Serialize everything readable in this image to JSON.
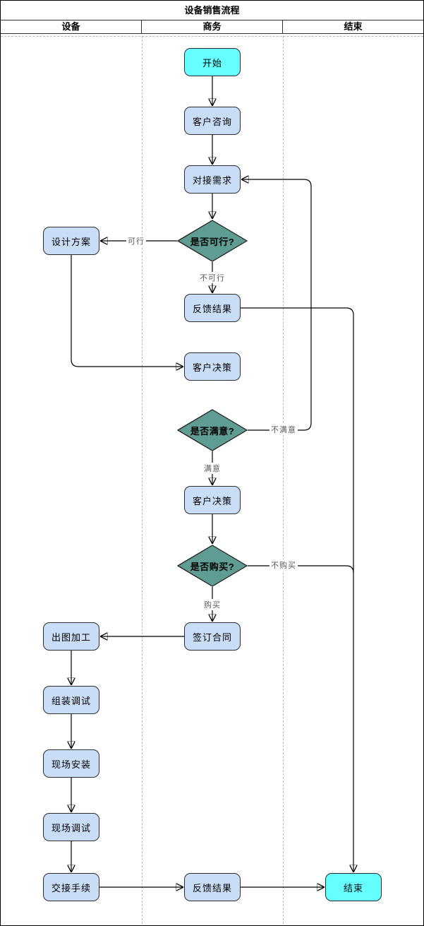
{
  "title": "设备销售流程",
  "lanes": [
    {
      "label": "设备"
    },
    {
      "label": "商务"
    },
    {
      "label": "结束"
    }
  ],
  "nodes": [
    {
      "id": "start",
      "type": "start",
      "label": "开始"
    },
    {
      "id": "customer-inquiry",
      "type": "process",
      "label": "客户咨询"
    },
    {
      "id": "align-needs",
      "type": "process",
      "label": "对接需求"
    },
    {
      "id": "feasible-q",
      "type": "decision",
      "label": "是否可行?"
    },
    {
      "id": "design-plan",
      "type": "process",
      "label": "设计方案"
    },
    {
      "id": "feedback-result-1",
      "type": "process",
      "label": "反馈结果"
    },
    {
      "id": "customer-decision-1",
      "type": "process",
      "label": "客户决策"
    },
    {
      "id": "satisfied-q",
      "type": "decision",
      "label": "是否满意?"
    },
    {
      "id": "customer-decision-2",
      "type": "process",
      "label": "客户决策"
    },
    {
      "id": "purchase-q",
      "type": "decision",
      "label": "是否购买?"
    },
    {
      "id": "sign-contract",
      "type": "process",
      "label": "签订合同"
    },
    {
      "id": "drawing-machining",
      "type": "process",
      "label": "出图加工"
    },
    {
      "id": "assembly-debug",
      "type": "process",
      "label": "组装调试"
    },
    {
      "id": "onsite-install",
      "type": "process",
      "label": "现场安装"
    },
    {
      "id": "onsite-debug",
      "type": "process",
      "label": "现场调试"
    },
    {
      "id": "handover",
      "type": "process",
      "label": "交接手续"
    },
    {
      "id": "feedback-result-2",
      "type": "process",
      "label": "反馈结果"
    },
    {
      "id": "end",
      "type": "end",
      "label": "结束"
    }
  ],
  "edge_labels": {
    "feasible": "可行",
    "infeasible": "不可行",
    "unsatisfied": "不满意",
    "satisfied": "满意",
    "no_purchase": "不购买",
    "purchase": "购买"
  },
  "colors": {
    "terminal_fill": "#66ffff",
    "process_fill": "#c9ddf7",
    "decision_fill": "#5f9c93",
    "connector": "#000000",
    "edge_label_text": "#595959",
    "lane_divider_dash": "#b9b9b9",
    "node_border": "#2e2e2e"
  }
}
